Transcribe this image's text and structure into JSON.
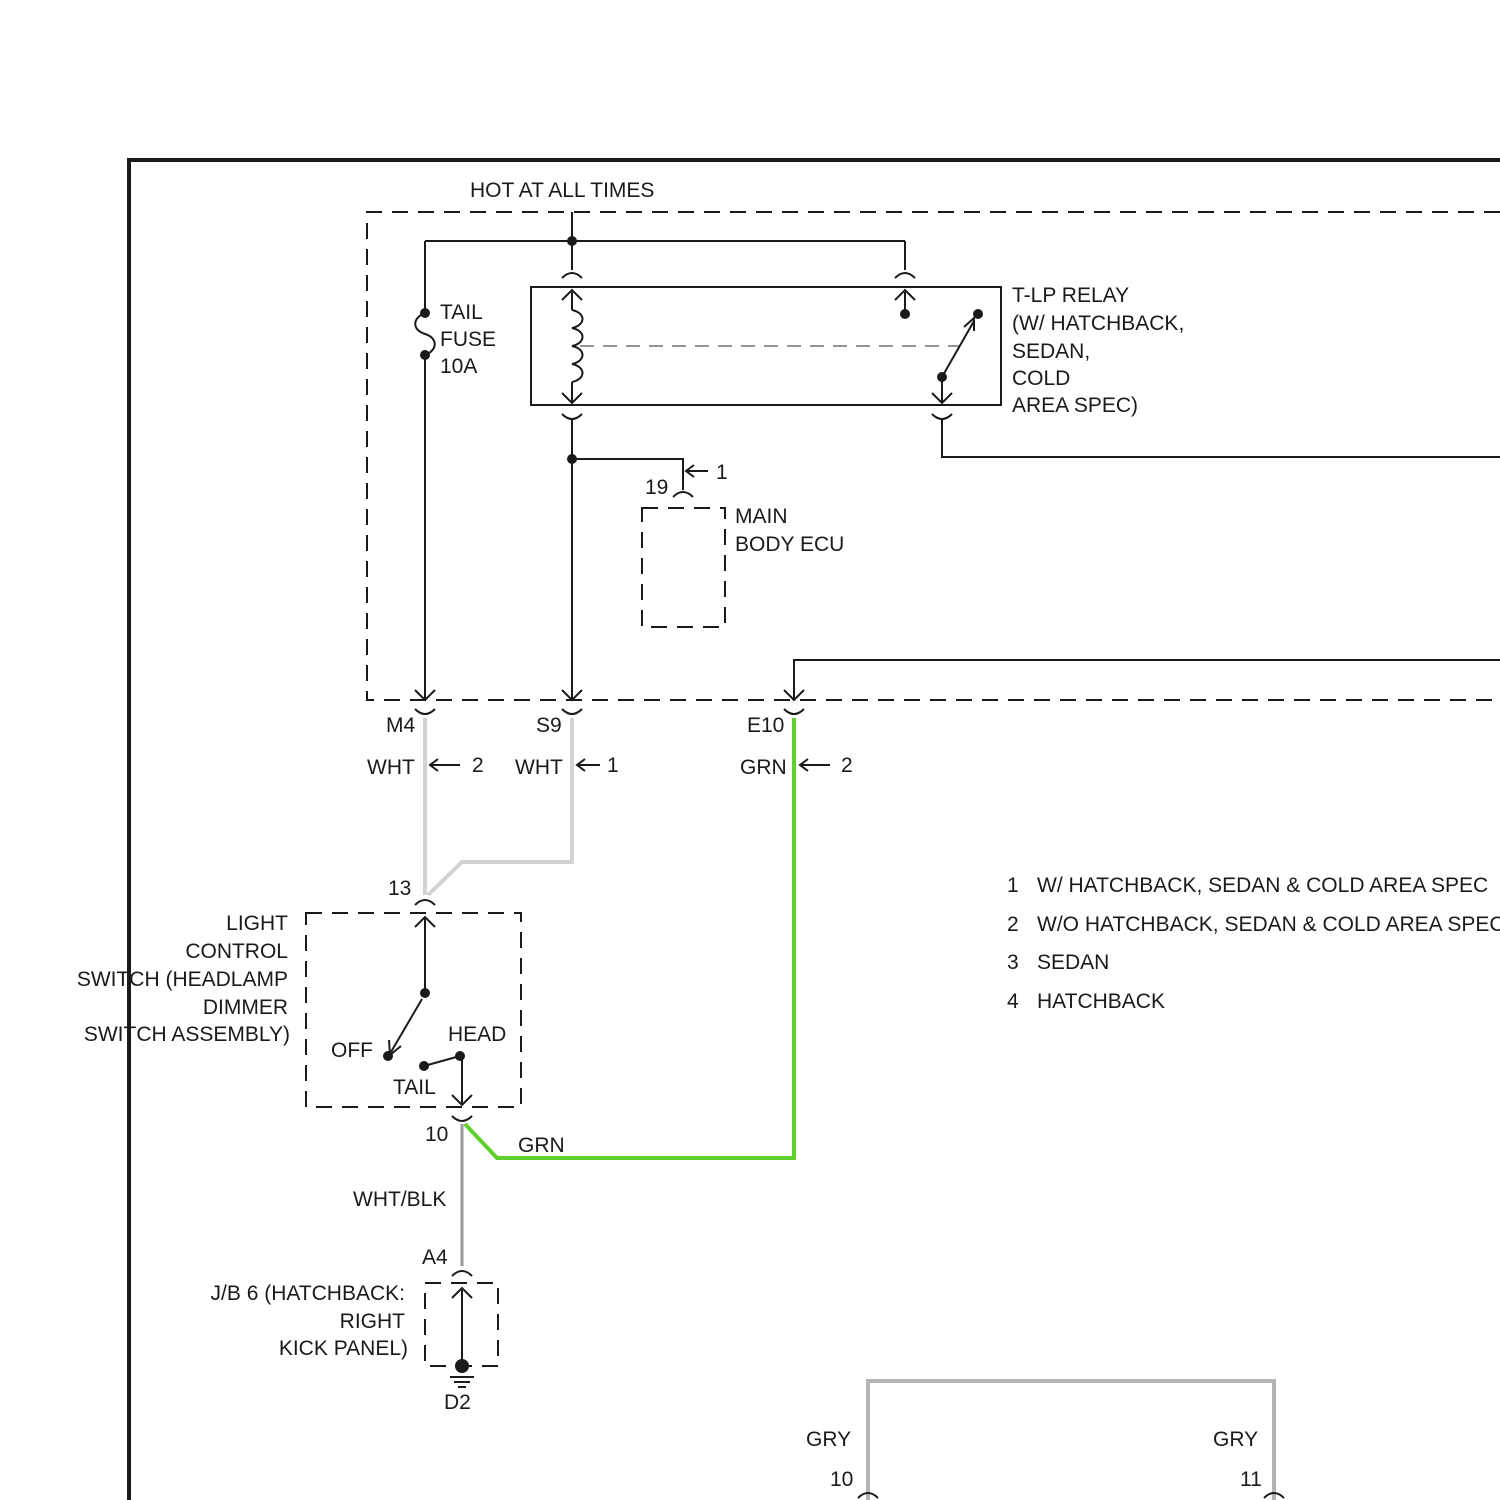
{
  "header": {
    "power_label": "HOT AT ALL TIMES"
  },
  "fuse": {
    "line1": "TAIL",
    "line2": "FUSE",
    "line3": "10A"
  },
  "relay": {
    "lines": [
      "T-LP RELAY",
      "(W/ HATCHBACK,",
      "SEDAN,",
      "COLD",
      "AREA SPEC)"
    ]
  },
  "main_body_ecu": {
    "line1": "MAIN",
    "line2": "BODY ECU",
    "pin": "19",
    "note_ref": "1"
  },
  "connectors": {
    "m4": {
      "id": "M4",
      "wire": "WHT",
      "note_ref": "2"
    },
    "s9": {
      "id": "S9",
      "wire": "WHT",
      "note_ref": "1"
    },
    "e10": {
      "id": "E10",
      "wire": "GRN",
      "note_ref": "2"
    }
  },
  "light_switch": {
    "title_lines": [
      "LIGHT",
      "CONTROL",
      "SWITCH (HEADLAMP",
      "DIMMER",
      "SWITCH ASSEMBLY)"
    ],
    "pin_top": "13",
    "pin_bottom": "10",
    "pos_off": "OFF",
    "pos_head": "HEAD",
    "pos_tail": "TAIL"
  },
  "wires": {
    "grn_bottom": "GRN",
    "wht_blk": "WHT/BLK"
  },
  "junction_block": {
    "pin": "A4",
    "lines": [
      "J/B 6 (HATCHBACK:",
      "RIGHT",
      "KICK PANEL)"
    ],
    "ground": "D2"
  },
  "notes": [
    {
      "num": "1",
      "text": "W/ HATCHBACK, SEDAN & COLD AREA SPEC"
    },
    {
      "num": "2",
      "text": "W/O HATCHBACK, SEDAN & COLD AREA SPEC"
    },
    {
      "num": "3",
      "text": "SEDAN"
    },
    {
      "num": "4",
      "text": "HATCHBACK"
    }
  ],
  "bottom": {
    "left_wire": "GRY",
    "left_pin": "10",
    "right_wire": "GRY",
    "right_pin": "11"
  },
  "colors": {
    "grn_wire": "#5fd12a",
    "wht_wire": "#d2d2d2",
    "gry_wire": "#b4b4b4",
    "line": "#1a1a1a"
  }
}
